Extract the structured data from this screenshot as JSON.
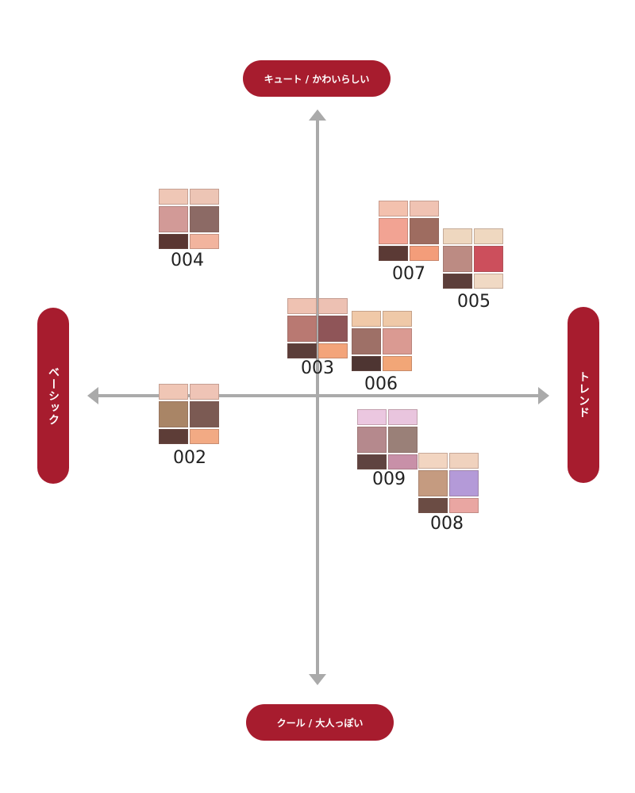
{
  "axes": {
    "top": "キュート / かわいらしい",
    "bottom": "クール / 大人っぽい",
    "left": "ベーシック",
    "right": "トレンド"
  },
  "colors": {
    "accent": "#a71c2e",
    "axis": "#aaaaaa"
  },
  "palettes": [
    {
      "code": "004",
      "colors": [
        "#efc7b6",
        "#edc5b5",
        "#d29a97",
        "#8c6a65",
        "#5a3632",
        "#f2b49e"
      ]
    },
    {
      "code": "007",
      "colors": [
        "#f3c1ae",
        "#f0c3b3",
        "#f2a393",
        "#9e6c60",
        "#5b3a35",
        "#f39d7a"
      ]
    },
    {
      "code": "005",
      "colors": [
        "#eed7bf",
        "#efd8c0",
        "#bc8b83",
        "#cc4f5c",
        "#5c3e3a",
        "#f0d9c4"
      ]
    },
    {
      "code": "003",
      "colors": [
        "#efc2b2",
        "#edc1b3",
        "#b97972",
        "#8f5558",
        "#5b3d39",
        "#f3a47a"
      ]
    },
    {
      "code": "006",
      "colors": [
        "#f0c9a8",
        "#efc9a8",
        "#9e7067",
        "#da9a92",
        "#4e3532",
        "#f2a677"
      ]
    },
    {
      "code": "002",
      "colors": [
        "#f0c6b5",
        "#efc4b6",
        "#a98566",
        "#7b5a53",
        "#5d3d37",
        "#f2aa84"
      ]
    },
    {
      "code": "009",
      "colors": [
        "#ebc7e0",
        "#e9c5de",
        "#b5898d",
        "#9a8078",
        "#5f4340",
        "#c890a8"
      ]
    },
    {
      "code": "008",
      "colors": [
        "#f2d5c1",
        "#f0d2be",
        "#c59b80",
        "#b49ad8",
        "#6b4c44",
        "#e9a6a2"
      ]
    }
  ]
}
